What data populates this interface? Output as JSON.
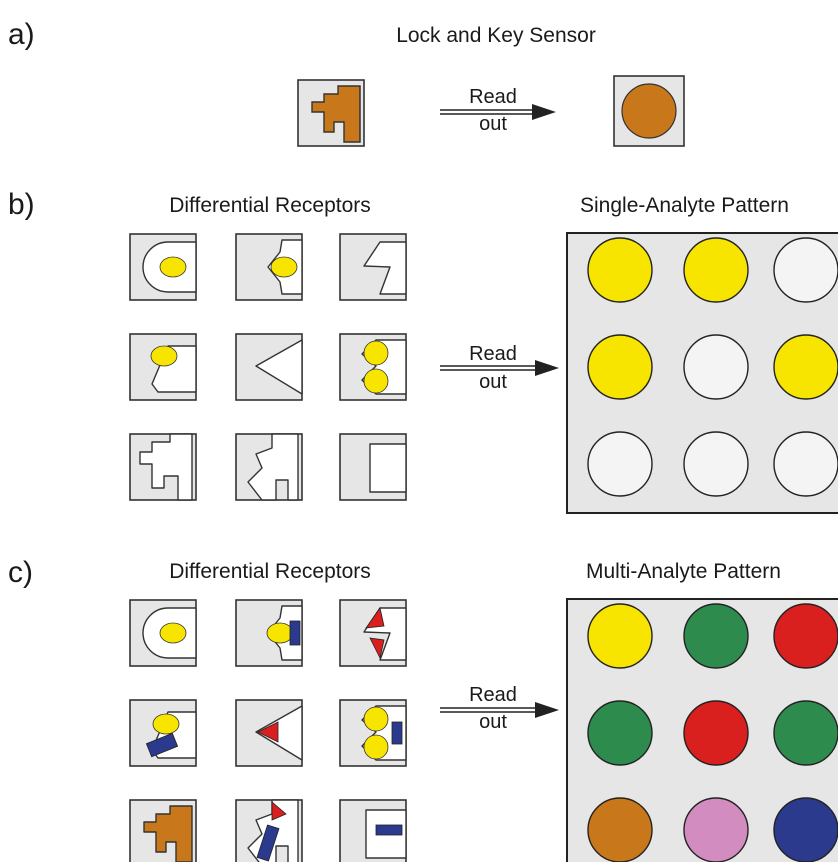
{
  "panel_a": {
    "letter": "a)",
    "title": "Lock and Key Sensor",
    "readout": [
      "Read",
      "out"
    ],
    "result_color": "#c8781a"
  },
  "panel_b": {
    "letter": "b)",
    "receptors_title": "Differential Receptors",
    "readout": [
      "Read",
      "out"
    ],
    "pattern_title": "Single-Analyte Pattern",
    "pattern_colors": [
      "#f7e500",
      "#f7e500",
      "#f4f4f4",
      "#f7e500",
      "#f4f4f4",
      "#f7e500",
      "#f4f4f4",
      "#f4f4f4",
      "#f4f4f4"
    ]
  },
  "panel_c": {
    "letter": "c)",
    "receptors_title": "Differential Receptors",
    "readout": [
      "Read",
      "out"
    ],
    "pattern_title": "Multi-Analyte Pattern",
    "pattern_colors": [
      "#f7e500",
      "#2e8b4e",
      "#d9201e",
      "#2e8b4e",
      "#d9201e",
      "#2e8b4e",
      "#c8781a",
      "#d38cbf",
      "#2b3a8c"
    ]
  },
  "colors": {
    "yellow": "#f7e500",
    "blue": "#2b3a8c",
    "red": "#d9201e",
    "brown": "#c8781a",
    "gray": "#e6e6e6"
  }
}
